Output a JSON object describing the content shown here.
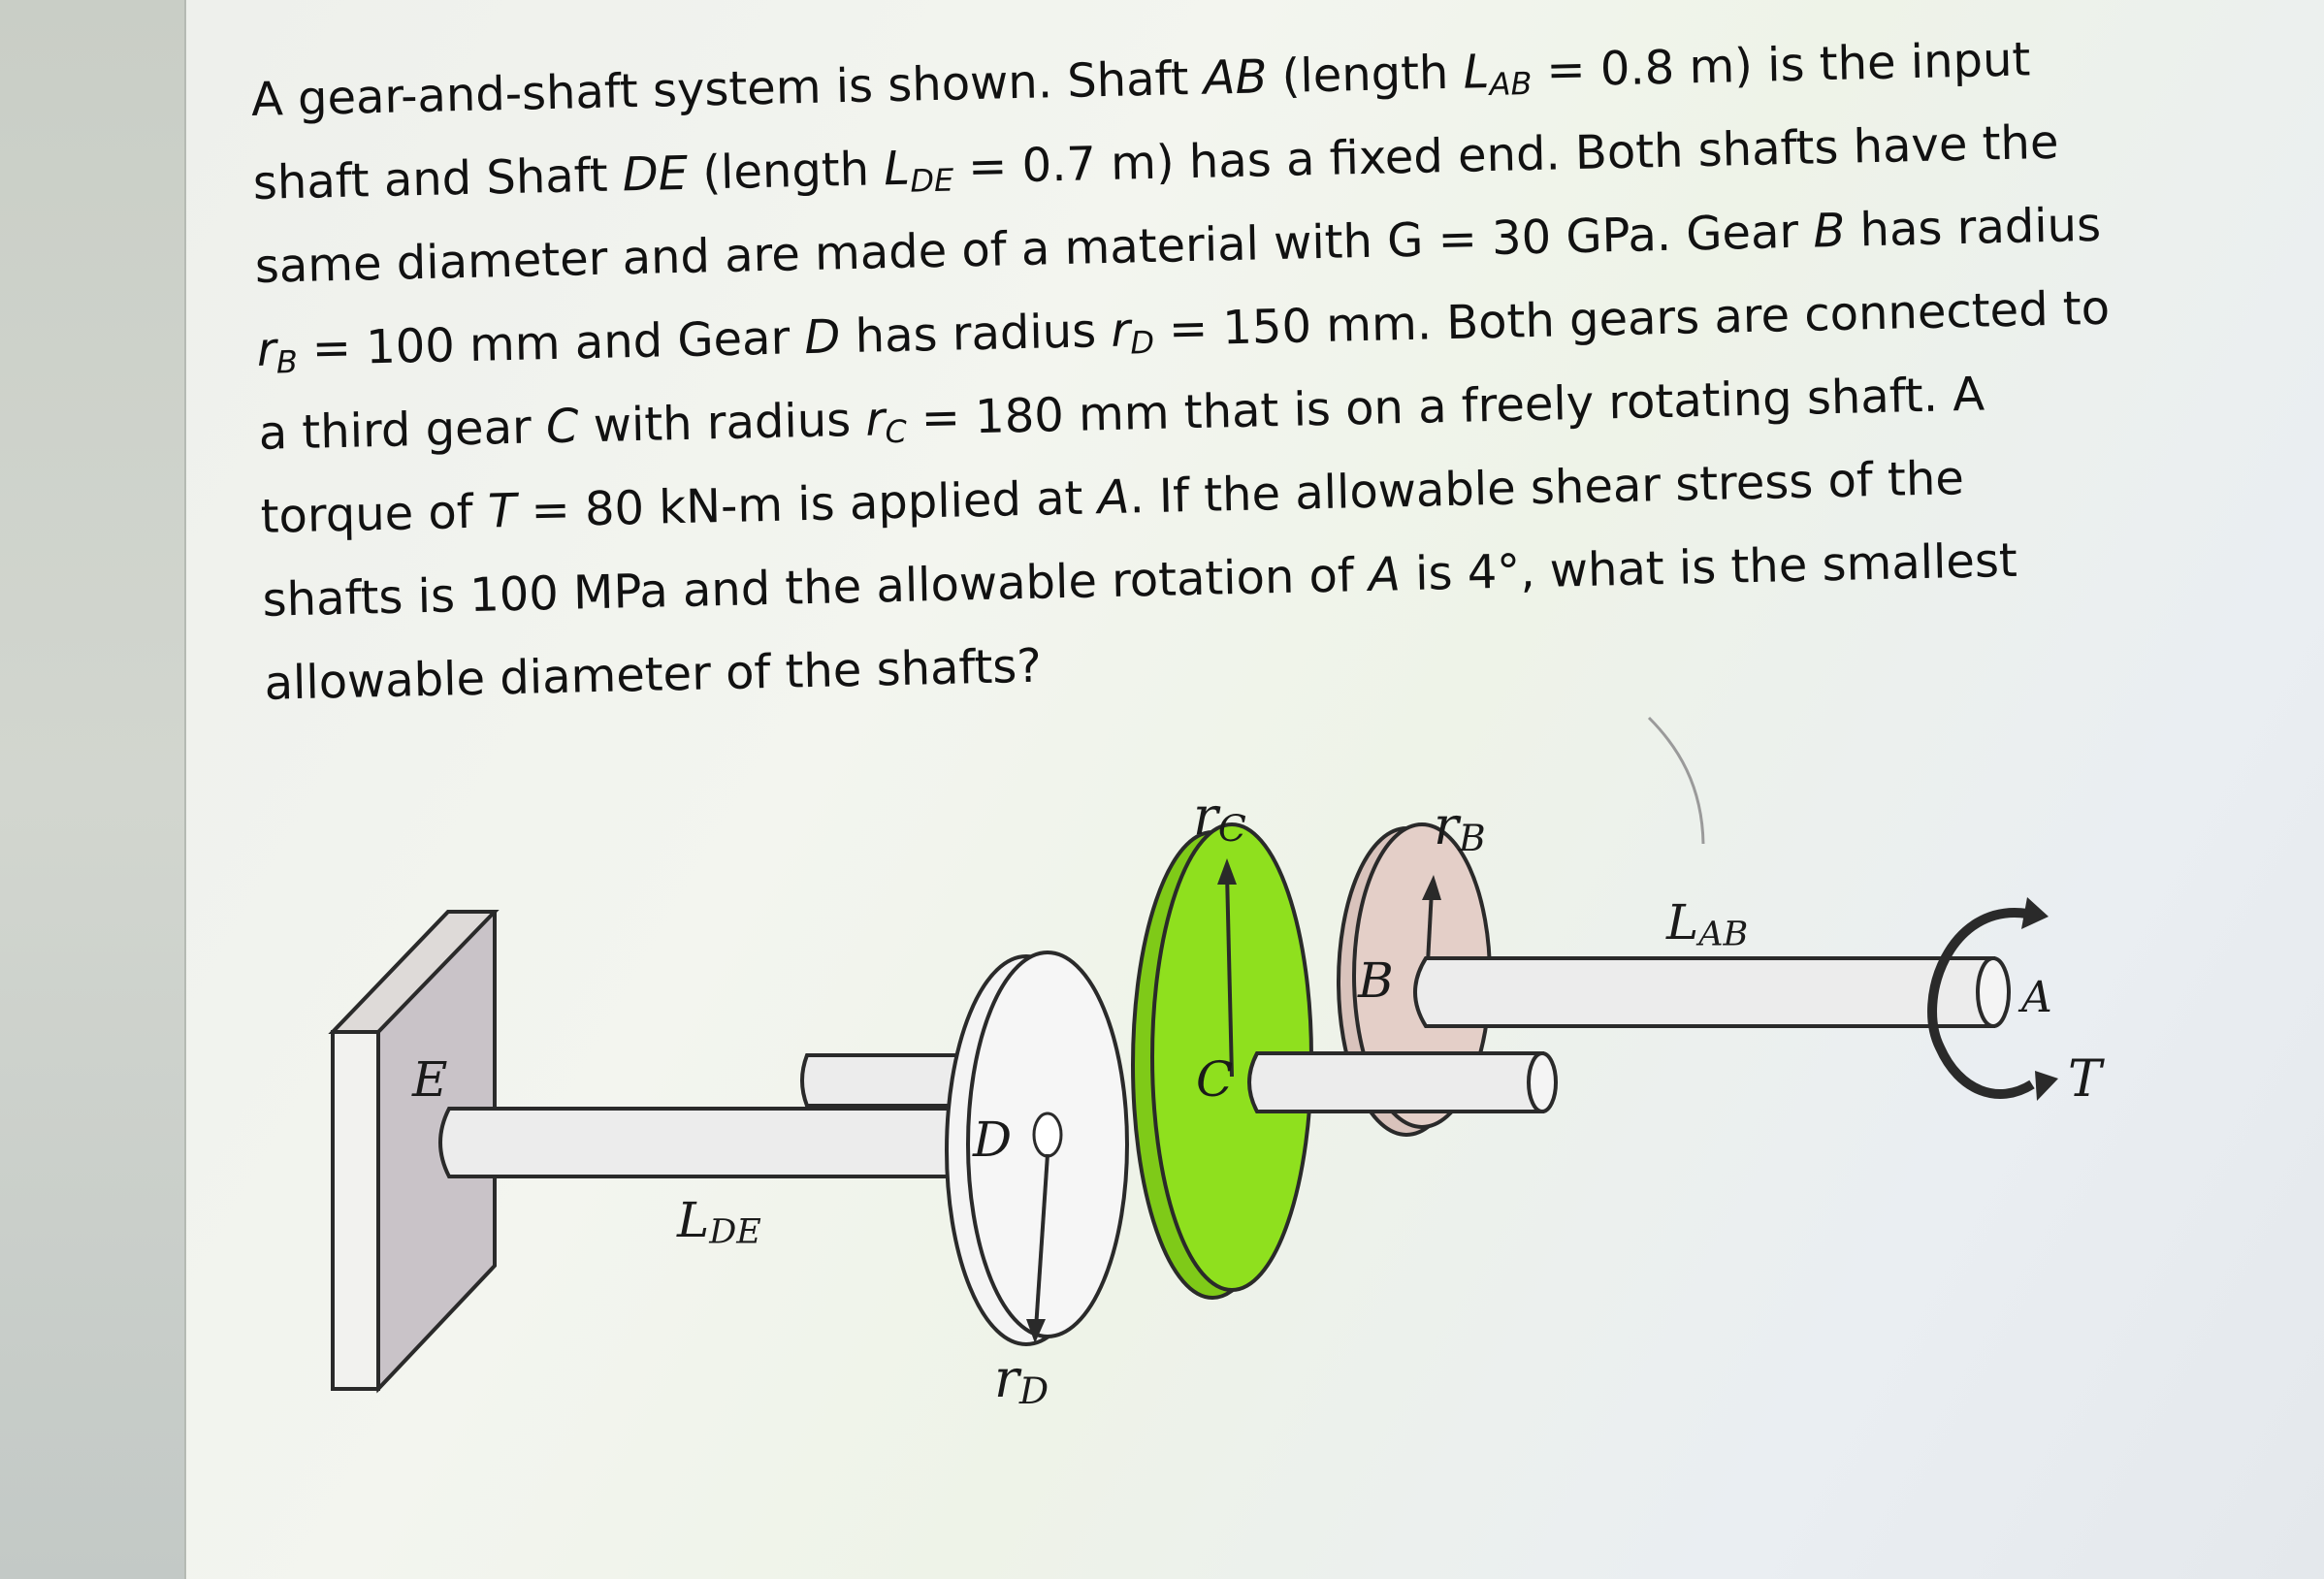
{
  "problem": {
    "lines": [
      {
        "parts": [
          {
            "t": "A gear-and-shaft system is shown.  Shaft "
          },
          {
            "t": "AB",
            "i": true
          },
          {
            "t": " (length "
          },
          {
            "t": "L",
            "i": true
          },
          {
            "t": "AB",
            "sub": true,
            "i": true
          },
          {
            "t": " = 0.8 m) is the input"
          }
        ]
      },
      {
        "parts": [
          {
            "t": "shaft and Shaft "
          },
          {
            "t": "DE",
            "i": true
          },
          {
            "t": " (length "
          },
          {
            "t": "L",
            "i": true
          },
          {
            "t": "DE",
            "sub": true,
            "i": true
          },
          {
            "t": " = 0.7 m) has a fixed end.  Both shafts have the"
          }
        ]
      },
      {
        "parts": [
          {
            "t": "same diameter and are made of a material with G = 30 GPa.  Gear "
          },
          {
            "t": "B",
            "i": true
          },
          {
            "t": " has radius"
          }
        ]
      },
      {
        "parts": [
          {
            "t": "r",
            "i": true
          },
          {
            "t": "B",
            "sub": true,
            "i": true
          },
          {
            "t": " = 100 mm and Gear "
          },
          {
            "t": "D",
            "i": true
          },
          {
            "t": " has radius "
          },
          {
            "t": "r",
            "i": true
          },
          {
            "t": "D",
            "sub": true,
            "i": true
          },
          {
            "t": " = 150 mm.  Both gears are connected to"
          }
        ]
      },
      {
        "parts": [
          {
            "t": "a third gear "
          },
          {
            "t": "C",
            "i": true
          },
          {
            "t": " with radius "
          },
          {
            "t": "r",
            "i": true
          },
          {
            "t": "C",
            "sub": true,
            "i": true
          },
          {
            "t": " = 180 mm that is on a freely rotating shaft.  A"
          }
        ]
      },
      {
        "parts": [
          {
            "t": "torque of "
          },
          {
            "t": "T",
            "i": true
          },
          {
            "t": " = 80 kN-m is applied at "
          },
          {
            "t": "A",
            "i": true
          },
          {
            "t": ".  If the allowable shear stress of the"
          }
        ]
      },
      {
        "parts": [
          {
            "t": "shafts is 100 MPa and the allowable rotation of "
          },
          {
            "t": "A",
            "i": true
          },
          {
            "t": " is 4°, what is the smallest"
          }
        ]
      },
      {
        "parts": [
          {
            "t": "allowable diameter of the shafts?"
          }
        ]
      }
    ]
  },
  "figure": {
    "labels": {
      "E": "E",
      "D": "D",
      "C": "C",
      "B": "B",
      "A": "A",
      "T": "T",
      "rC": "rC",
      "rB": "rB",
      "rD": "rD",
      "LAB": "LAB",
      "LDE": "LDE"
    },
    "colors": {
      "gearC": "#8fe01e",
      "gearB": "#e4cfc8",
      "wall": "#c9c3c8",
      "shaft": "#ececec",
      "stroke": "#2a2a2a"
    }
  }
}
